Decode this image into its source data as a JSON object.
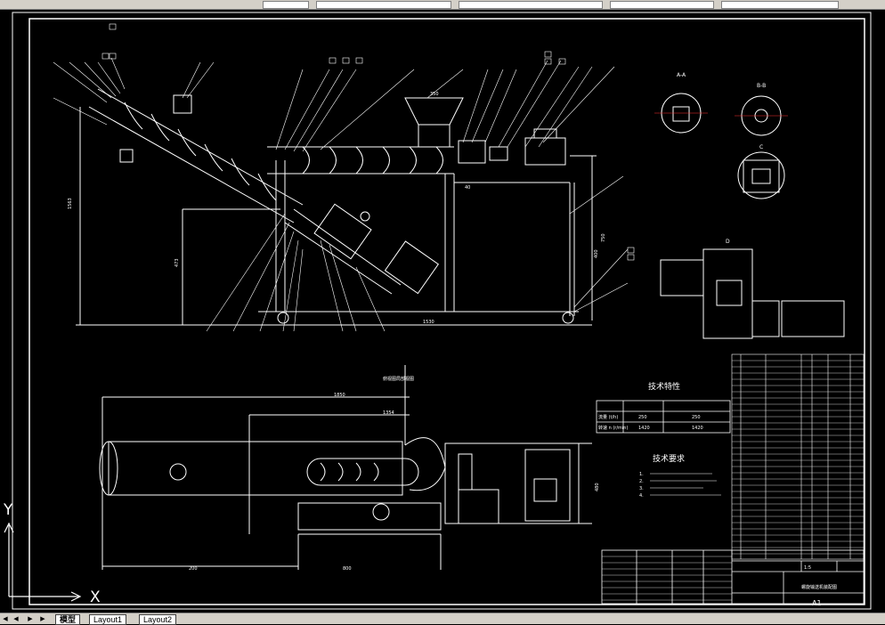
{
  "tabs": {
    "model": "模型",
    "layout1": "Layout1",
    "layout2": "Layout2"
  },
  "ucs": {
    "x": "X",
    "y": "Y"
  },
  "title_block": {
    "sheet": "A1",
    "drawing_name": "螺旋输送机装配图",
    "scale": "1:5"
  },
  "tech_char": {
    "title": "技术特性",
    "rows": [
      {
        "label": "流量 (t/h)",
        "v1": "250",
        "v2": "250"
      },
      {
        "label": "转速 n (r/min)",
        "v1": "1420",
        "v2": "1420"
      }
    ]
  },
  "tech_req": {
    "title": "技术要求",
    "items": [
      "1.",
      "2.",
      "3.",
      "4."
    ]
  },
  "section_labels": {
    "aa": "A-A",
    "bb": "B-B",
    "c": "C",
    "d": "D"
  },
  "dims": {
    "overall_length": "1530",
    "height": "1563",
    "lower_height": "473",
    "plan_len1": "1850",
    "plan_len2": "1354",
    "plan_len3": "800",
    "plan_len4": "200",
    "plan_width": "480",
    "hopper": "350",
    "side": "40",
    "right_h": "750",
    "right_h2": "400"
  },
  "view_title": "俯视图局部视图",
  "colors": {
    "line": "#ffffff",
    "accent": "#ffff00",
    "cyan": "#00ffff",
    "red": "#ff3030"
  }
}
